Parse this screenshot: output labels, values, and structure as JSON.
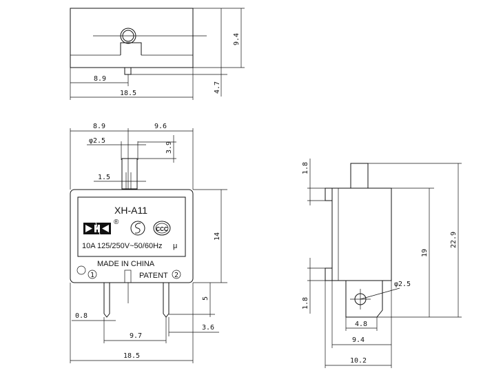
{
  "top_view": {
    "dims": {
      "height": "9.4",
      "pin_len": "4.7",
      "offset": "8.9",
      "width": "18.5"
    }
  },
  "front_view": {
    "dims": {
      "left": "8.9",
      "right": "9.6",
      "dia": "φ2.5",
      "button_h": "3.9",
      "button_w": "1.5",
      "body_h": "14",
      "pin_len": "5",
      "pin_w": "0.8",
      "pin_space": "9.7",
      "pin_off": "3.6",
      "width": "18.5"
    },
    "label": {
      "model": "XH-A11",
      "rating": "10A  125/250V~50/60Hz",
      "mu": "μ",
      "made_in": "MADE IN CHINA",
      "patent": "PATENT",
      "term1": "1",
      "term2": "2",
      "reg": "®"
    }
  },
  "side_view": {
    "dims": {
      "top_tab": "1.8",
      "bottom_tab": "1.8",
      "body_h": "19",
      "total_h": "22.9",
      "dia": "φ2.5",
      "inner_w": "4.8",
      "w1": "9.4",
      "w2": "10.2"
    }
  }
}
